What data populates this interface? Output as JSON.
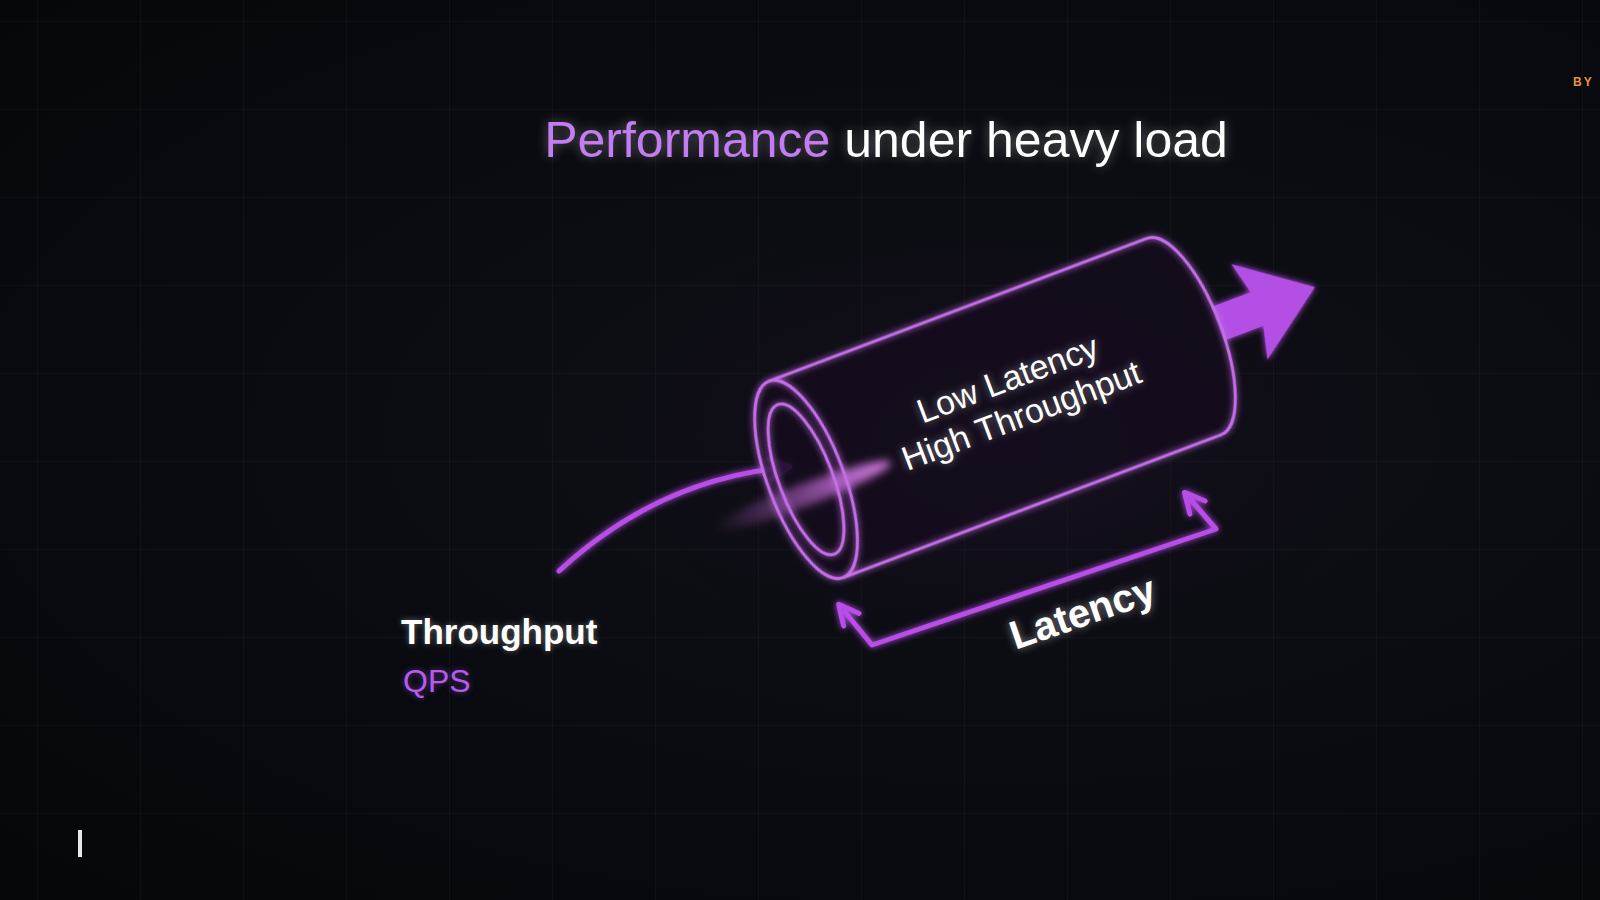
{
  "diagram": {
    "title": "Performance under heavy load",
    "nodes": [
      {
        "text": [
          "Low Latency High Throughput"
        ]
      }
    ],
    "labels": [
      "Throughput",
      "QPS",
      "Latency",
      "BY"
    ]
  }
}
